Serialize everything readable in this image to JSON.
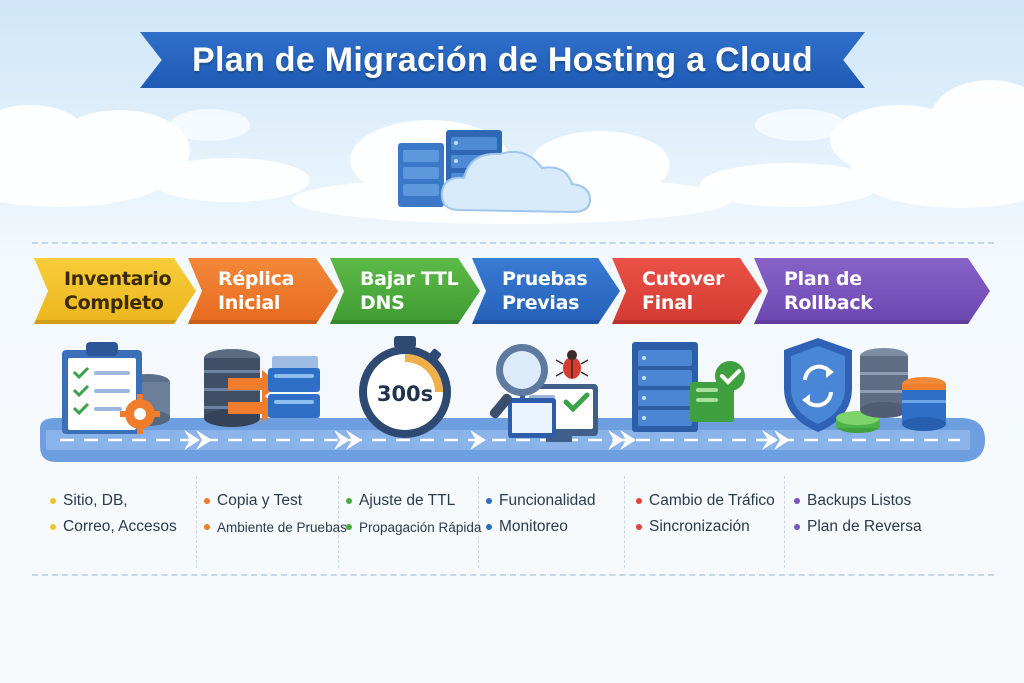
{
  "title": "Plan de Migración de Hosting a Cloud",
  "colors": {
    "banner": "#2266c0",
    "track": "#5b8fd4",
    "inventario": "#f2c22b",
    "replica": "#ee7a2c",
    "dns": "#4daa3c",
    "pruebas": "#2c6cc6",
    "cutover": "#e24339",
    "rollback": "#7a54bf"
  },
  "steps": [
    {
      "label": "Inventario\nCompleto",
      "icon": "clipboard-checklist-icon",
      "bullets": [
        "Sitio, DB,",
        "Correo, Accesos"
      ]
    },
    {
      "label": "Réplica\nInicial",
      "icon": "database-replication-icon",
      "bullets": [
        "Copia y Test",
        "Ambiente de Pruebas"
      ]
    },
    {
      "label": "Bajar TTL\nDNS",
      "icon": "stopwatch-icon",
      "timer": "300s",
      "bullets": [
        "Ajuste de TTL",
        "Propagación Rápida"
      ]
    },
    {
      "label": "Pruebas\nPrevias",
      "icon": "magnifier-bug-icon",
      "bullets": [
        "Funcionalidad",
        "Monitoreo"
      ]
    },
    {
      "label": "Cutover\nFinal",
      "icon": "server-check-icon",
      "bullets": [
        "Cambio de Tráfico",
        "Sincronización"
      ]
    },
    {
      "label": "Plan de\nRollback",
      "icon": "shield-backup-icon",
      "bullets": [
        "Backups Listos",
        "Plan de Reversa"
      ]
    }
  ]
}
